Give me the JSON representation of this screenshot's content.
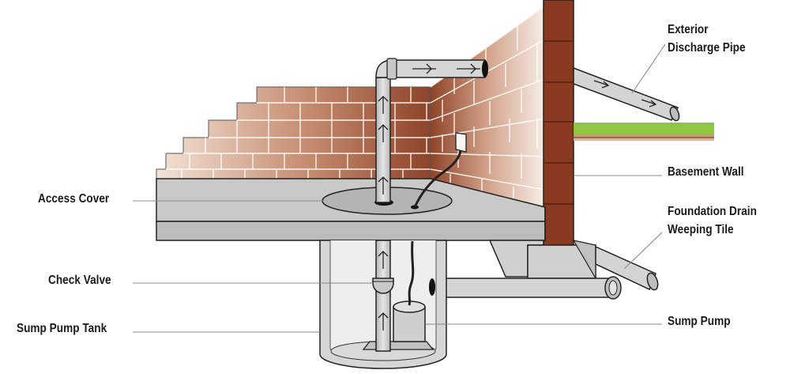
{
  "labels": {
    "exterior_discharge_line1": "Exterior",
    "exterior_discharge_line2": "Discharge Pipe",
    "basement_wall": "Basement Wall",
    "access_cover": "Access Cover",
    "foundation_drain_line1": "Foundation Drain",
    "foundation_drain_line2": "Weeping Tile",
    "check_valve": "Check Valve",
    "sump_pump_tank": "Sump Pump Tank",
    "sump_pump": "Sump Pump"
  },
  "colors": {
    "brick_dark": "#8b3a22",
    "brick_light": "#f4e6dc",
    "concrete": "#c9c9c9",
    "pipe": "#d4d4d4",
    "grass": "#8fc63f",
    "soil": "#b07a52",
    "outline": "#222222"
  }
}
